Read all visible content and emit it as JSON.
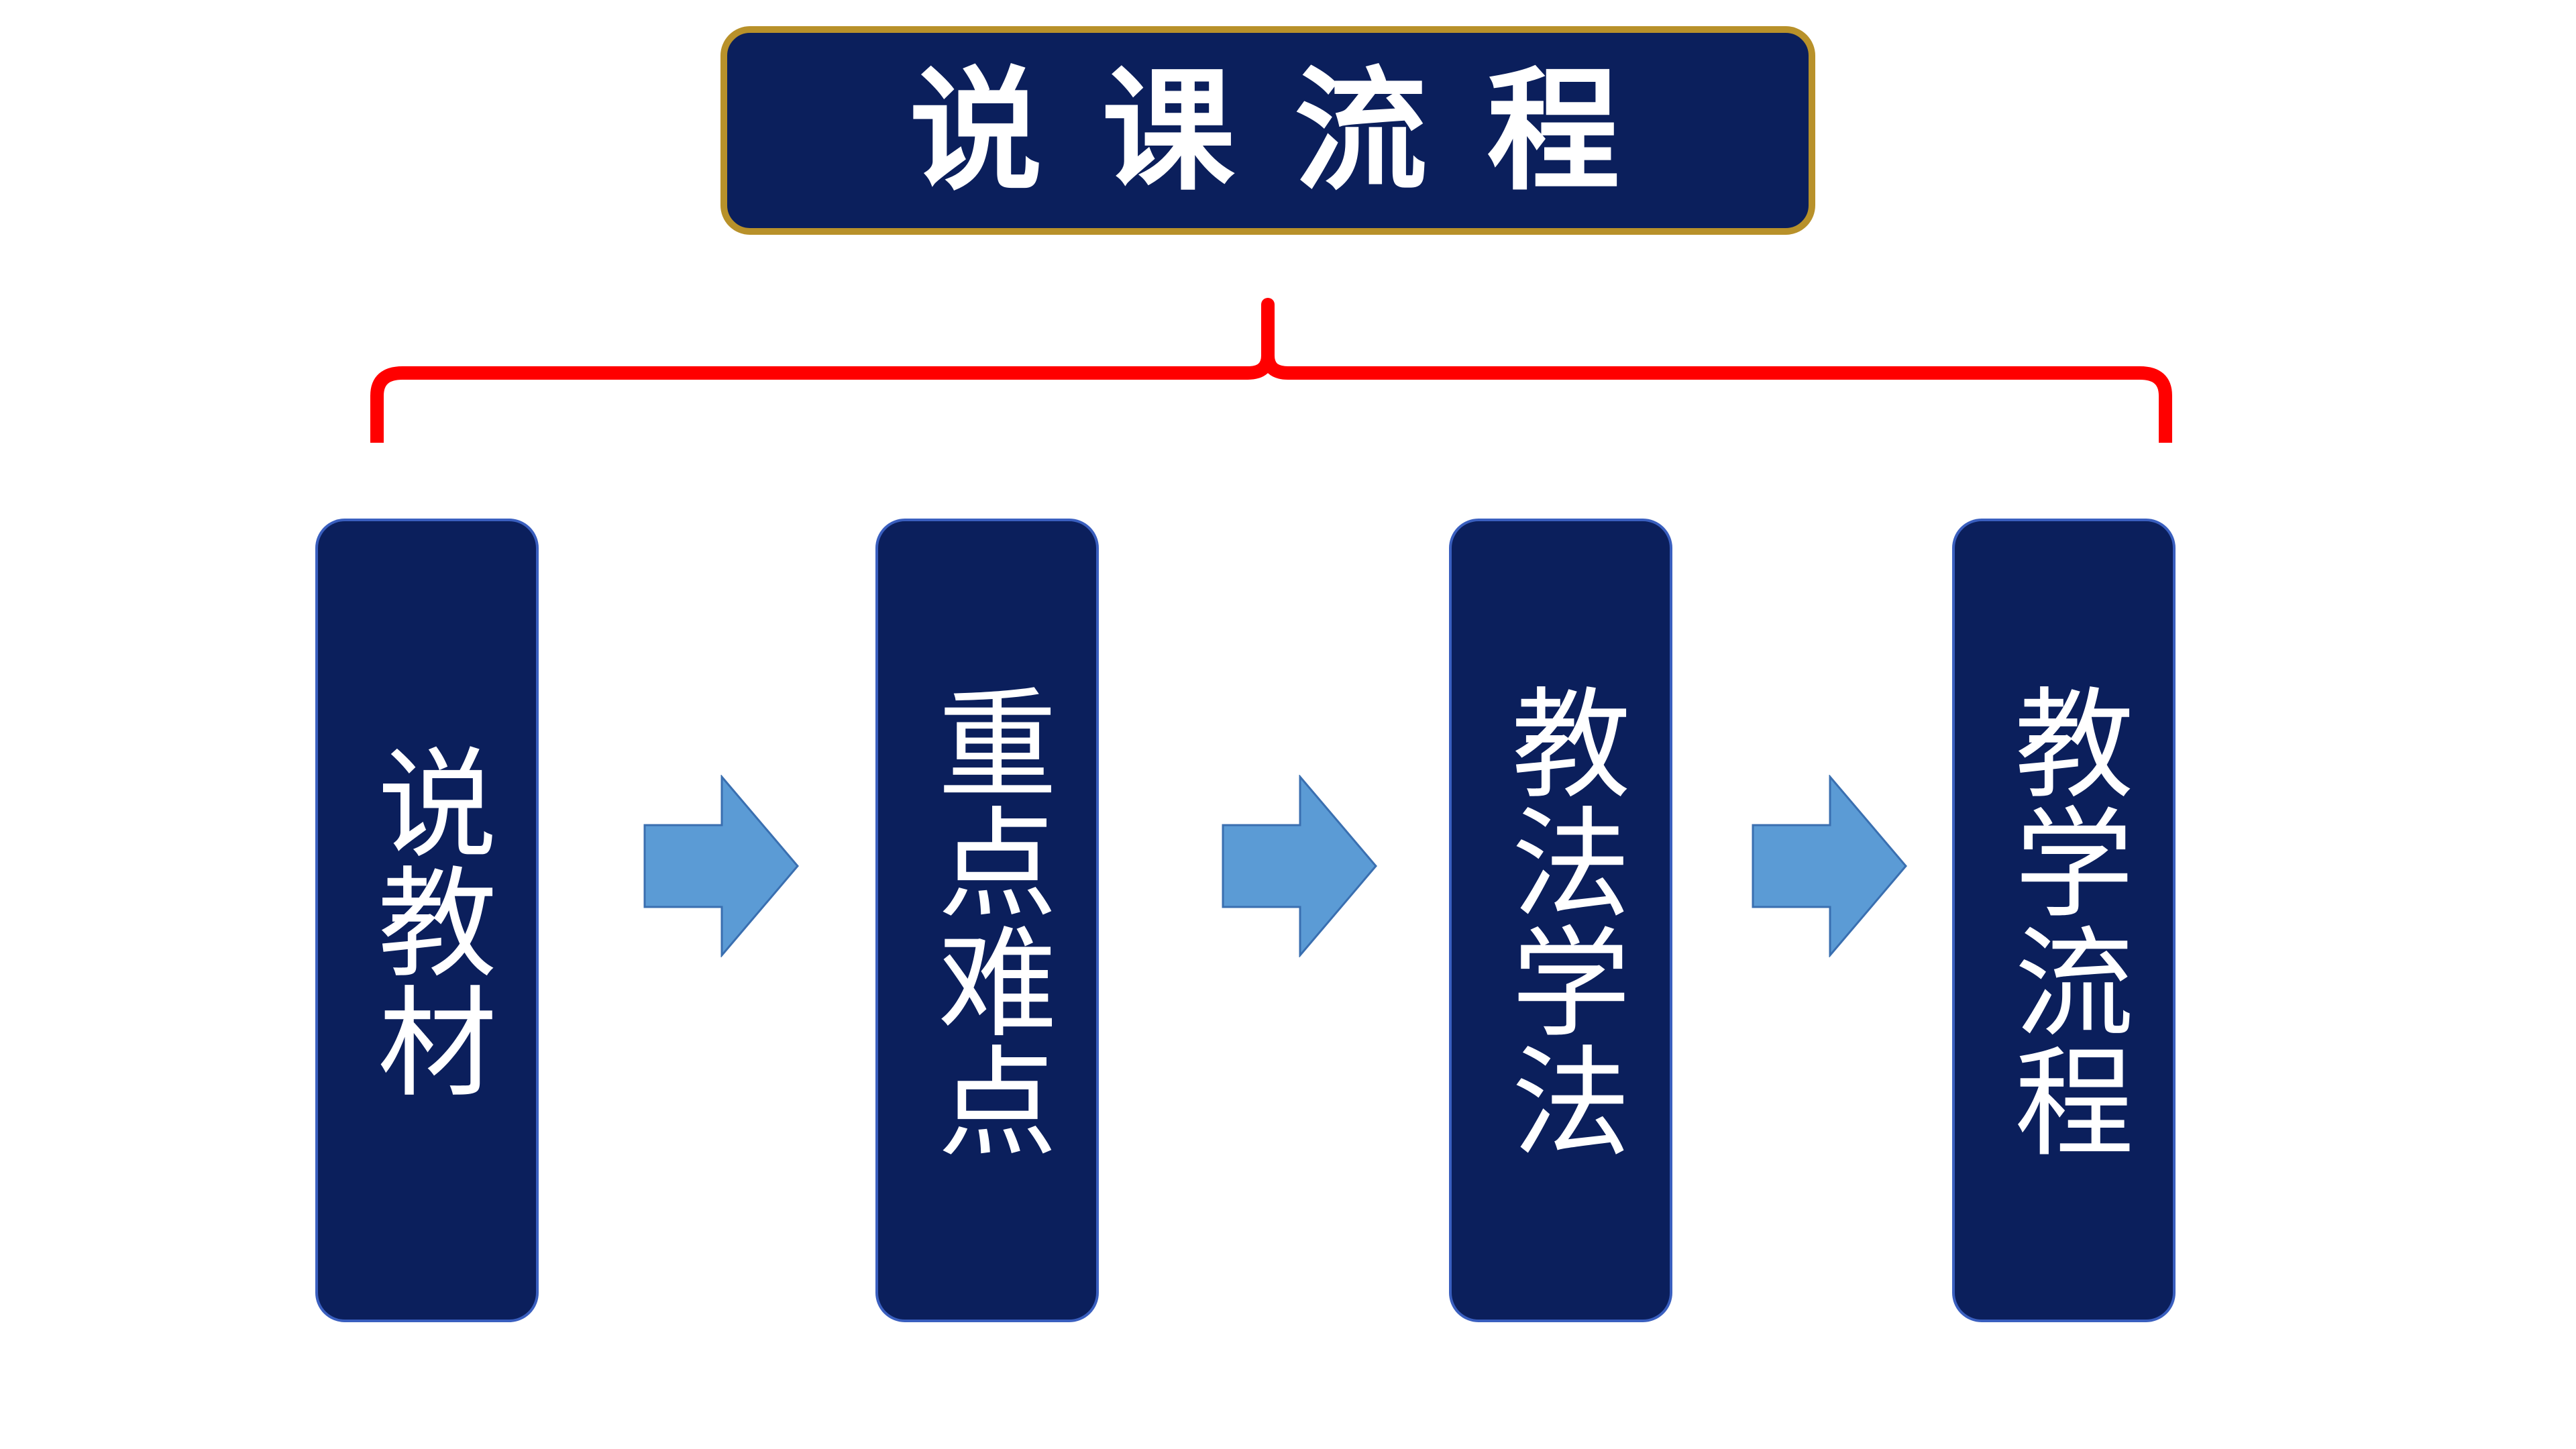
{
  "title": "说 课 流 程",
  "steps": [
    {
      "label": "说教材"
    },
    {
      "label": "重点难点"
    },
    {
      "label": "教法学法"
    },
    {
      "label": "教学流程"
    }
  ],
  "colors": {
    "box_fill": "#0b1f5c",
    "title_border": "#b8912a",
    "brace": "#ff0000",
    "arrow_fill": "#5b9bd5",
    "arrow_stroke": "#3a6fb0",
    "text": "#ffffff"
  }
}
